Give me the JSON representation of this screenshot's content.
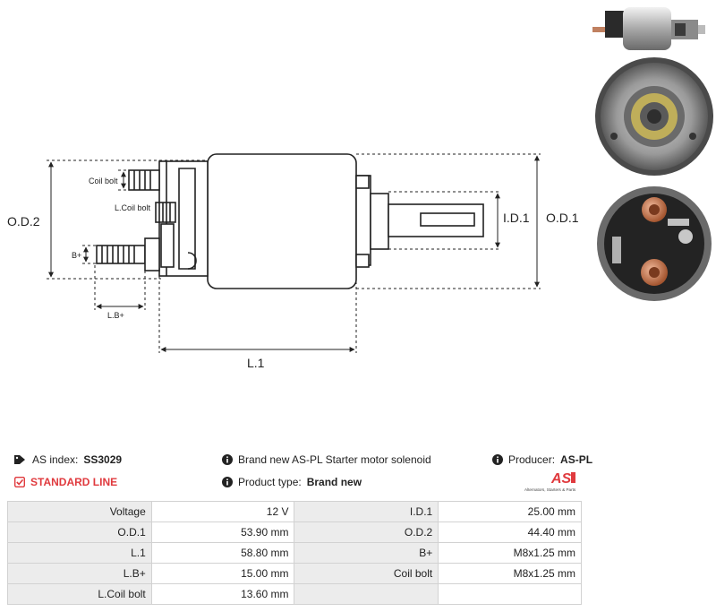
{
  "diagram": {
    "labels": {
      "od2": "O.D.2",
      "od1": "O.D.1",
      "id1": "I.D.1",
      "l1": "L.1",
      "coil_bolt": "Coil bolt",
      "l_coil_bolt": "L.Coil bolt",
      "b_plus": "B+",
      "l_b_plus": "L.B+"
    }
  },
  "info": {
    "as_index_label": "AS index:",
    "as_index_value": "SS3029",
    "standard_line": "STANDARD LINE",
    "description": "Brand new AS-PL Starter motor solenoid",
    "product_type_label": "Product type:",
    "product_type_value": "Brand new",
    "producer_label": "Producer:",
    "producer_value": "AS-PL"
  },
  "logo": {
    "text": "AS",
    "tagline": "Alternators, Starters & Parts",
    "accent": "#e03a3e"
  },
  "specs": [
    {
      "label1": "Voltage",
      "value1": "12 V",
      "label2": "I.D.1",
      "value2": "25.00 mm"
    },
    {
      "label1": "O.D.1",
      "value1": "53.90 mm",
      "label2": "O.D.2",
      "value2": "44.40 mm"
    },
    {
      "label1": "L.1",
      "value1": "58.80 mm",
      "label2": "B+",
      "value2": "M8x1.25 mm"
    },
    {
      "label1": "L.B+",
      "value1": "15.00 mm",
      "label2": "Coil bolt",
      "value2": "M8x1.25 mm"
    },
    {
      "label1": "L.Coil bolt",
      "value1": "13.60 mm",
      "label2": "",
      "value2": ""
    }
  ],
  "colors": {
    "accent": "#e03a3e",
    "label_bg": "#ececec",
    "border": "#d2d2d2"
  }
}
